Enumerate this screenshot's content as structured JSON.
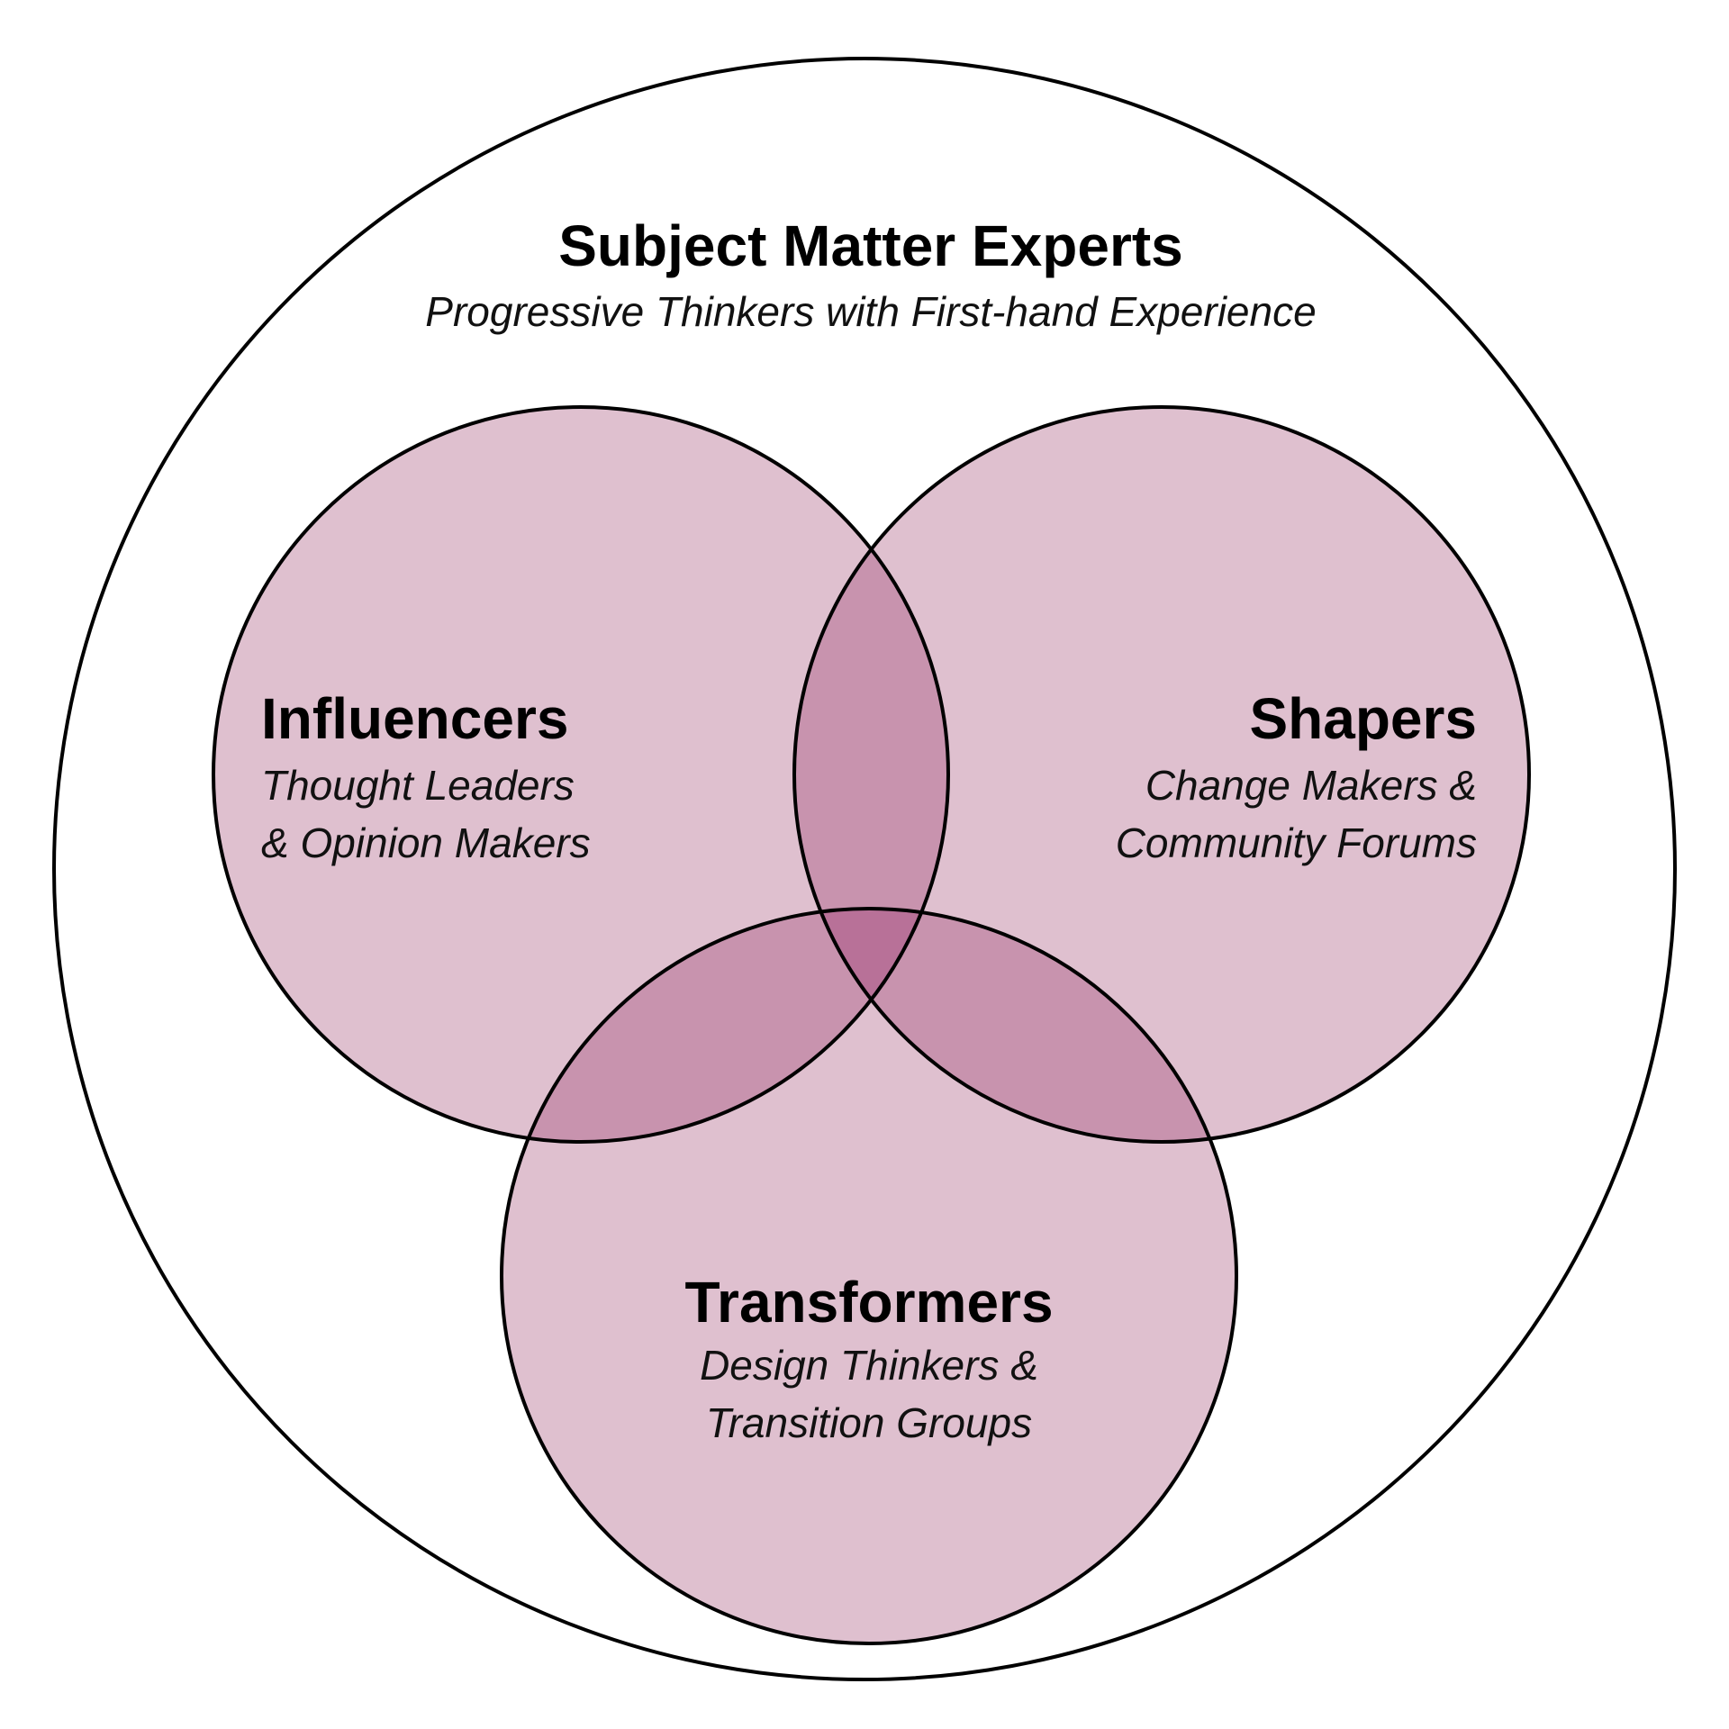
{
  "colors": {
    "background": "#ffffff",
    "outline": "#000000",
    "set_fill": "#dfc0cf",
    "pair_overlap_fill": "#c893ae",
    "triple_overlap_fill": "#b87198"
  },
  "outer": {
    "title": "Subject Matter Experts",
    "subtitle": "Progressive Thinkers with First-hand Experience"
  },
  "sets": {
    "influencers": {
      "title": "Influencers",
      "line1": "Thought Leaders",
      "line2": "& Opinion Makers"
    },
    "shapers": {
      "title": "Shapers",
      "line1": "Change Makers &",
      "line2": "Community Forums"
    },
    "transformers": {
      "title": "Transformers",
      "line1": "Design Thinkers &",
      "line2": "Transition Groups"
    }
  }
}
